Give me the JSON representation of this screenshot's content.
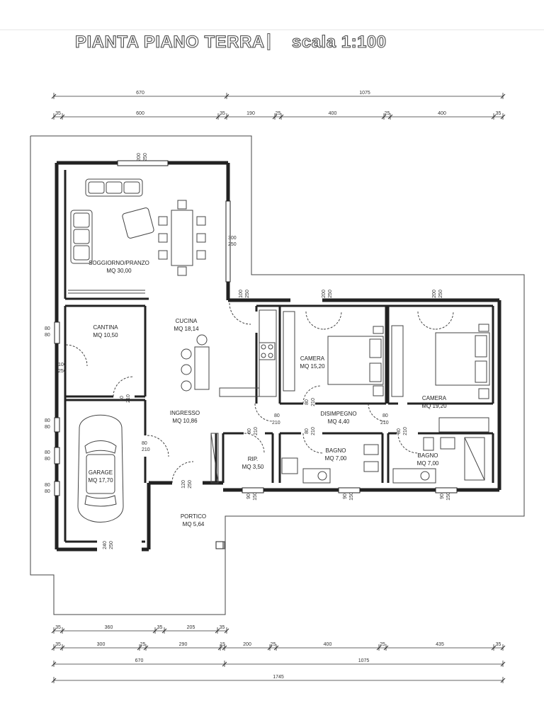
{
  "title": {
    "main": "PIANTA PIANO TERRA",
    "separator": "|",
    "scale": "scala 1:100"
  },
  "rooms": [
    {
      "id": "soggiorno",
      "name": "SOGGIORNO/PRANZO",
      "area": "MQ 30,00"
    },
    {
      "id": "cucina",
      "name": "CUCINA",
      "area": "MQ 18,14"
    },
    {
      "id": "cantina",
      "name": "CANTINA",
      "area": "MQ 10,50"
    },
    {
      "id": "ingresso",
      "name": "INGRESSO",
      "area": "MQ 10,86"
    },
    {
      "id": "garage",
      "name": "GARAGE",
      "area": "MQ 17,70"
    },
    {
      "id": "camera1",
      "name": "CAMERA",
      "area": "MQ 15,20"
    },
    {
      "id": "camera2",
      "name": "CAMERA",
      "area": "MQ 19,20"
    },
    {
      "id": "disimpegno",
      "name": "DISIMPEGNO",
      "area": "MQ 4,40"
    },
    {
      "id": "rip",
      "name": "RIP.",
      "area": "MQ 3,50"
    },
    {
      "id": "bagno1",
      "name": "BAGNO",
      "area": "MQ 7,00"
    },
    {
      "id": "bagno2",
      "name": "BAGNO",
      "area": "MQ 7,00"
    },
    {
      "id": "portico",
      "name": "PORTICO",
      "area": "MQ 5,64"
    }
  ],
  "dimensions": {
    "top_total": [
      "670",
      "1075"
    ],
    "top_detail": [
      "35",
      "600",
      "35",
      "190",
      "25",
      "400",
      "25",
      "400",
      "35"
    ],
    "bottom_row1": [
      "35",
      "360",
      "35",
      "205",
      "35"
    ],
    "bottom_row2": [
      "35",
      "300",
      "25",
      "290",
      "15",
      "200",
      "25",
      "400",
      "25",
      "435",
      "35"
    ],
    "bottom_row3": [
      "670",
      "1075"
    ],
    "bottom_total": "1745"
  },
  "openings": [
    {
      "id": "win-soggiorno-top",
      "w": "200",
      "h": "250"
    },
    {
      "id": "win-soggiorno-right",
      "w": "300",
      "h": "250"
    },
    {
      "id": "door-cucina",
      "w": "100",
      "h": "250"
    },
    {
      "id": "win-camera1",
      "w": "200",
      "h": "250"
    },
    {
      "id": "win-camera2",
      "w": "200",
      "h": "250"
    },
    {
      "id": "win-cantina-1",
      "w": "80",
      "h": "80"
    },
    {
      "id": "door-cantina-ext",
      "w": "100",
      "h": "250"
    },
    {
      "id": "door-cantina",
      "w": "80",
      "h": "210"
    },
    {
      "id": "win-garage-1",
      "w": "80",
      "h": "80"
    },
    {
      "id": "win-garage-2",
      "w": "80",
      "h": "80"
    },
    {
      "id": "win-garage-3",
      "w": "80",
      "h": "80"
    },
    {
      "id": "door-garage-ingresso",
      "w": "80",
      "h": "210"
    },
    {
      "id": "door-ingresso",
      "w": "120",
      "h": "250"
    },
    {
      "id": "door-garage",
      "w": "240",
      "h": "250"
    },
    {
      "id": "door-camera1",
      "w": "80",
      "h": "210"
    },
    {
      "id": "door-disimpegno-1",
      "w": "80",
      "h": "210"
    },
    {
      "id": "door-disimpegno-2",
      "w": "80",
      "h": "210"
    },
    {
      "id": "door-rip",
      "w": "80",
      "h": "210"
    },
    {
      "id": "door-bagno1",
      "w": "80",
      "h": "210"
    },
    {
      "id": "door-bagno2",
      "w": "80",
      "h": "210"
    },
    {
      "id": "win-rip",
      "w": "90",
      "h": "150"
    },
    {
      "id": "win-bagno1",
      "w": "90",
      "h": "150"
    },
    {
      "id": "win-bagno2",
      "w": "90",
      "h": "150"
    }
  ]
}
